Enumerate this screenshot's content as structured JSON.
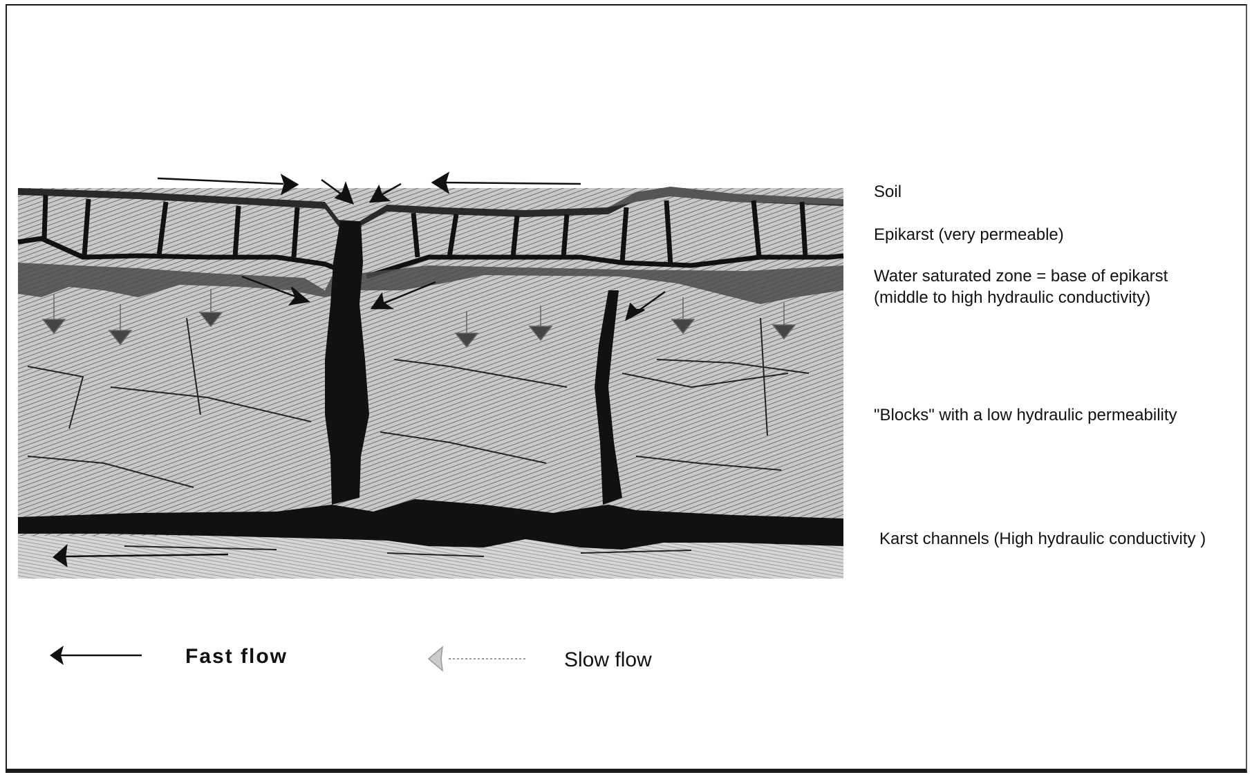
{
  "labels": {
    "soil": "Soil",
    "epikarst": "Epikarst (very permeable)",
    "saturated_line1": "Water saturated zone = base of epikarst",
    "saturated_line2": "(middle to high hydraulic conductivity)",
    "blocks": "\"Blocks\" with a low hydraulic permeability",
    "channels": "Karst channels (High hydraulic conductivity )"
  },
  "legend": {
    "fast": {
      "label": "Fast flow",
      "icon": "solid-arrow-left-icon"
    },
    "slow": {
      "label": "Slow flow",
      "icon": "dotted-arrow-left-icon"
    }
  },
  "colors": {
    "rock": "#9a9a9a",
    "channel": "#111111",
    "saturated": "#4a4a4a",
    "frame": "#1a1a1a"
  }
}
